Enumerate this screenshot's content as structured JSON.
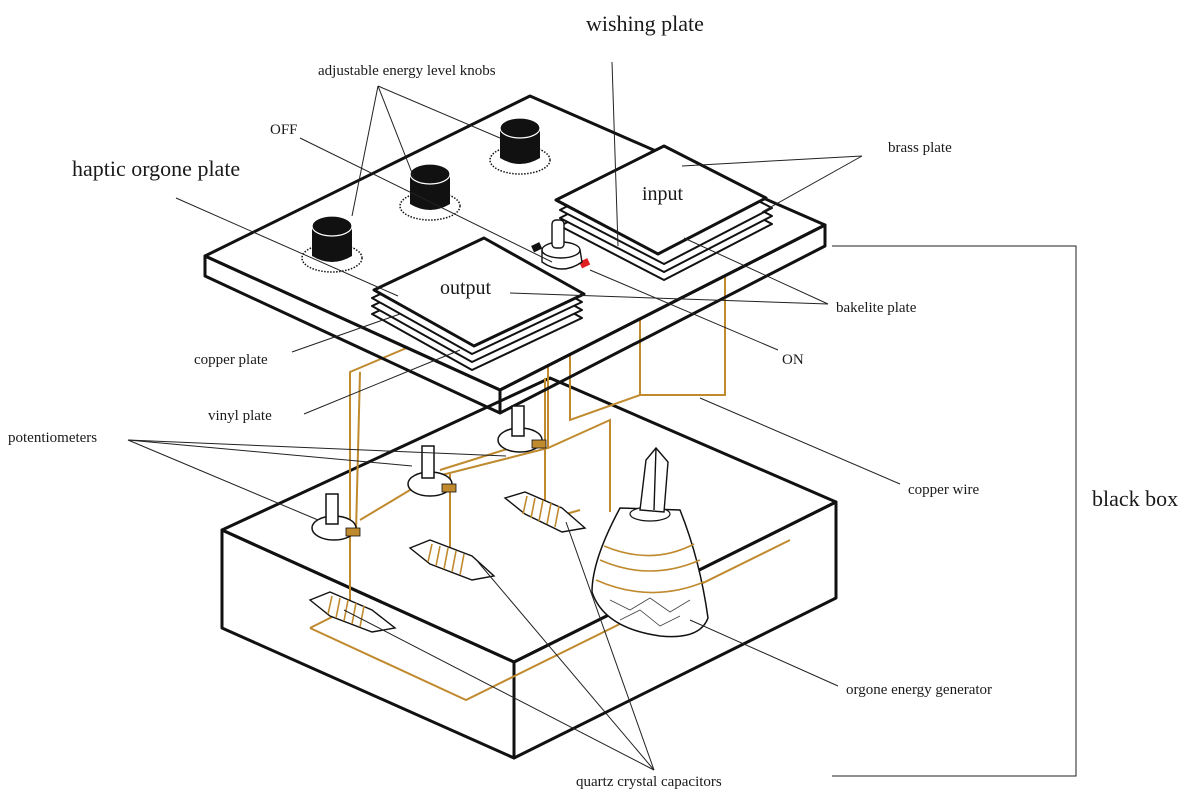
{
  "labels": {
    "wishing_plate": "wishing plate",
    "knobs": "adjustable energy level knobs",
    "off": "OFF",
    "haptic_plate": "haptic orgone plate",
    "brass_plate": "brass plate",
    "input": "input",
    "output": "output",
    "bakelite_plate": "bakelite plate",
    "copper_plate": "copper plate",
    "on": "ON",
    "vinyl_plate": "vinyl plate",
    "potentiometers": "potentiometers",
    "copper_wire": "copper wire",
    "black_box": "black box",
    "orgone_generator": "orgone energy generator",
    "quartz_capacitors": "quartz crystal capacitors"
  },
  "colors": {
    "wire": "#c08a2e",
    "switch_on": "#e02020",
    "switch_off": "#111111",
    "knob": "#111111"
  }
}
